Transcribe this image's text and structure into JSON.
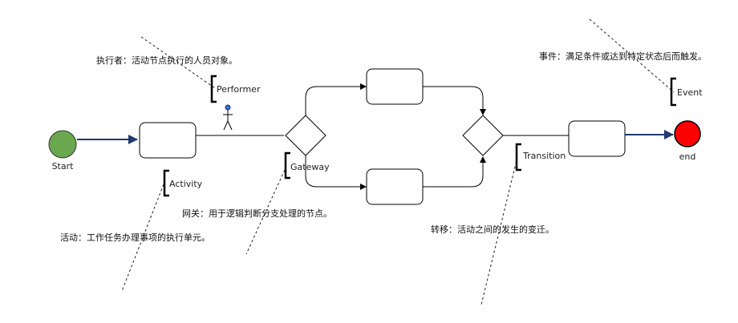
{
  "nodes": {
    "start_label": "Start",
    "end_label": "end"
  },
  "callouts": {
    "performer": "Performer",
    "activity": "Activity",
    "gateway": "Gateway",
    "transition": "Transition",
    "event": "Event"
  },
  "notes": {
    "performer": "执行者：活动节点执行的人员对象。",
    "activity": "活动：工作任务办理事项的执行单元。",
    "gateway": "网关：用于逻辑判断分支处理的节点。",
    "transition": "转移：活动之间的发生的变迁。",
    "event": "事件：满足条件或达到特定状态后而触发。"
  },
  "colors": {
    "start_fill": "#6aa84f",
    "end_fill": "#ff0000",
    "flow_arrow": "#1f3a6e",
    "performer_head": "#3a6fd8"
  }
}
